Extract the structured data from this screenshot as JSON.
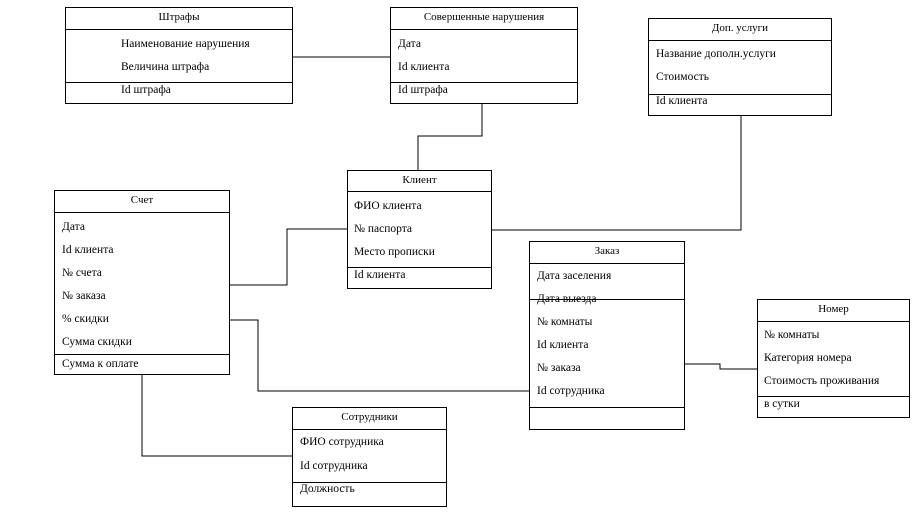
{
  "entities": {
    "shtrafy": {
      "title": "Штрафы",
      "attrs": [
        "Наименование нарушения",
        "Величина штрафа",
        "Id штрафа"
      ]
    },
    "narusheniya": {
      "title": "Совершенные нарушения",
      "attrs": [
        "Дата",
        "Id клиента",
        "Id штрафа"
      ]
    },
    "uslugi": {
      "title": "Доп. услуги",
      "attrs": [
        "Название дополн.услуги",
        "Стоимость",
        "Id клиента"
      ]
    },
    "klient": {
      "title": "Клиент",
      "attrs": [
        "ФИО клиента",
        "№ паспорта",
        "Место прописки",
        "Id клиента"
      ]
    },
    "schet": {
      "title": "Счет",
      "attrs": [
        "Дата",
        "Id клиента",
        "№ счета",
        "№ заказа",
        "% скидки",
        "Сумма скидки",
        "Сумма к оплате"
      ]
    },
    "zakaz": {
      "title": "Заказ",
      "attrs": [
        "Дата заселения",
        "Дата выезда",
        "№ комнаты",
        "Id клиента",
        "№ заказа",
        "Id сотрудника"
      ]
    },
    "nomer": {
      "title": "Номер",
      "attrs": [
        "№ комнаты",
        "Категория номера",
        "Стоимость  проживания",
        "в сутки"
      ]
    },
    "sotrudniki": {
      "title": "Сотрудники",
      "attrs": [
        "ФИО сотрудника",
        "Id сотрудника",
        "Должность"
      ]
    }
  }
}
